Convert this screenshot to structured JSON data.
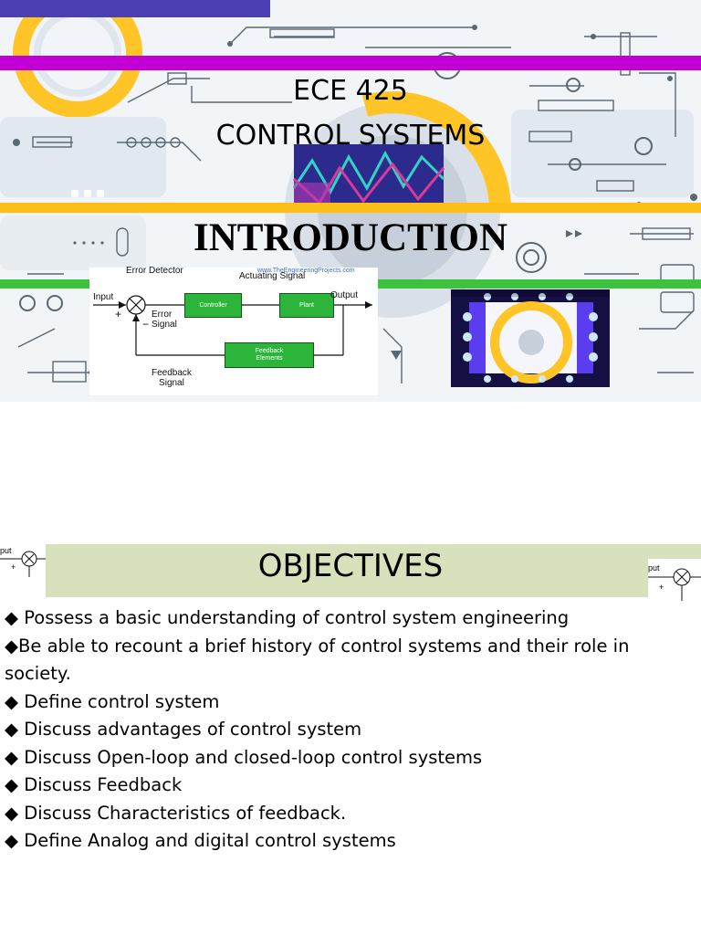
{
  "slide1": {
    "course_code": "ECE 425",
    "course_name": "CONTROL SYSTEMS",
    "section_title": "INTRODUCTION",
    "diagram": {
      "url": "www.TheEngineeringProjects.com",
      "error_detector": "Error\nDetector",
      "actuating_signal": "Actuating\nSignal",
      "input": "Input",
      "plus": "+",
      "minus": "−",
      "error_signal": "Error\nSignal",
      "controller": "Controller",
      "plant": "Plant",
      "output": "Output",
      "feedback_elements": "Feedback\nElements",
      "feedback_signal": "Feedback\nSignal"
    }
  },
  "slide2": {
    "title": "OBJECTIVES",
    "bullet": "◆",
    "objectives": [
      " Possess a basic understanding of control system engineering",
      "Be able to recount a brief history of control systems and their role in society.",
      " Define control system",
      " Discuss advantages of control system",
      " Discuss Open-loop and closed-loop control systems",
      " Discuss Feedback",
      " Discuss Characteristics of feedback.",
      " Define Analog and digital control systems"
    ],
    "thumb_left": {
      "input": "put",
      "plus": "+"
    },
    "thumb_right": {
      "input": "put",
      "plus": "+"
    }
  },
  "colors": {
    "blue_bar": "#4b3fb3",
    "magenta_bar": "#c200d6",
    "orange_bar": "#ffbe16",
    "green_bar": "#3cc23c",
    "objectives_header": "#d7e2bd",
    "diagram_block": "#2db53b"
  }
}
